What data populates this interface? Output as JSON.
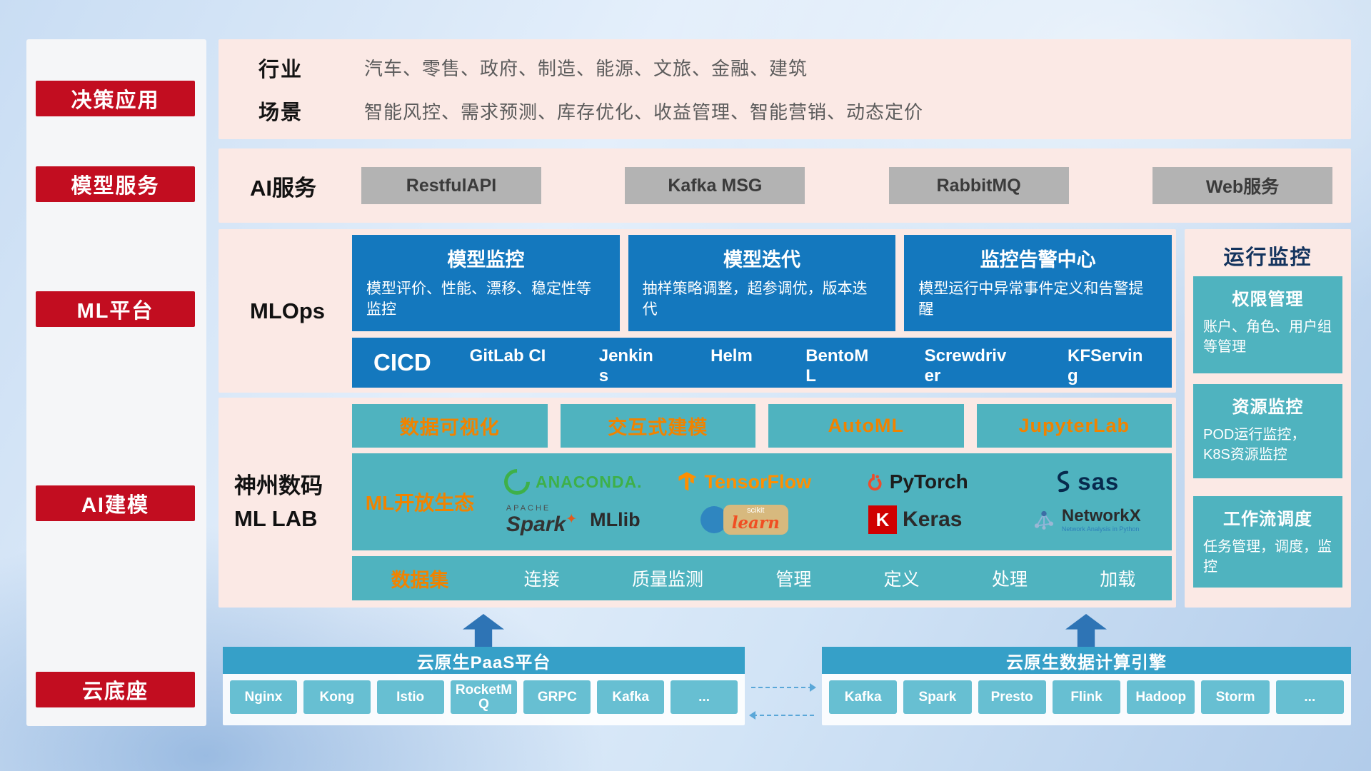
{
  "sidebar": {
    "items": [
      "决策应用",
      "模型服务",
      "ML平台",
      "AI建模",
      "云底座"
    ]
  },
  "apps": {
    "industry_label": "行业",
    "industry_text": "汽车、零售、政府、制造、能源、文旅、金融、建筑",
    "scene_label": "场景",
    "scene_text": "智能风控、需求预测、库存优化、收益管理、智能营销、动态定价"
  },
  "ai_service": {
    "label": "AI服务",
    "buttons": [
      "RestfulAPI",
      "Kafka MSG",
      "RabbitMQ",
      "Web服务"
    ]
  },
  "mlops": {
    "label": "MLOps",
    "cards": [
      {
        "title": "模型监控",
        "desc": "模型评价、性能、漂移、稳定性等监控"
      },
      {
        "title": "模型迭代",
        "desc": "抽样策略调整，超参调优，版本迭代"
      },
      {
        "title": "监控告警中心",
        "desc": "模型运行中异常事件定义和告警提醒"
      }
    ],
    "cicd_label": "CICD",
    "cicd_items": [
      "GitLab CI",
      "Jenkins",
      "Helm",
      "BentoML",
      "Screwdriver",
      "KFServing"
    ]
  },
  "mllab": {
    "label_line1": "神州数码",
    "label_line2": "ML LAB",
    "tools": [
      "数据可视化",
      "交互式建模",
      "AutoML",
      "JupyterLab"
    ],
    "eco_label": "ML开放生态",
    "logos": {
      "anaconda": {
        "text": "ANACONDA."
      },
      "tensorflow": {
        "text": "TensorFlow"
      },
      "pytorch": {
        "text": "PyTorch"
      },
      "sas": {
        "text": "sas"
      },
      "spark": {
        "apache": "APACHE",
        "text": "Spark",
        "star": "✦",
        "mllib": "MLlib"
      },
      "sklearn": {
        "top": "scikit",
        "text": "learn"
      },
      "keras": {
        "letter": "K",
        "text": "Keras"
      },
      "networkx": {
        "text": "NetworkX",
        "sub": "Network Analysis in Python"
      }
    },
    "dataset_label": "数据集",
    "dataset_items": [
      "连接",
      "质量监测",
      "管理",
      "定义",
      "处理",
      "加载"
    ]
  },
  "monitor": {
    "title": "运行监控",
    "cards": [
      {
        "title": "权限管理",
        "desc": "账户、角色、用户组等管理"
      },
      {
        "title": "资源监控",
        "desc": "POD运行监控，K8S资源监控"
      },
      {
        "title": "工作流调度",
        "desc": "任务管理，调度，监控"
      }
    ]
  },
  "bottom": {
    "paas_title": "云原生PaaS平台",
    "paas_items": [
      "Nginx",
      "Kong",
      "Istio",
      "RocketMQ",
      "GRPC",
      "Kafka",
      "..."
    ],
    "engine_title": "云原生数据计算引擎",
    "engine_items": [
      "Kafka",
      "Spark",
      "Presto",
      "Flink",
      "Hadoop",
      "Storm",
      "..."
    ]
  },
  "colors": {
    "sidebar_red": "#c20d20",
    "panel_pink": "#fbe9e5",
    "card_blue": "#1478be",
    "block_teal": "#4fb3bf",
    "accent_orange": "#f08300",
    "header_teal": "#36a0c8",
    "chip_teal": "#67bfd2",
    "button_gray": "#b3b3b3",
    "arrow_blue": "#2e74b5"
  }
}
